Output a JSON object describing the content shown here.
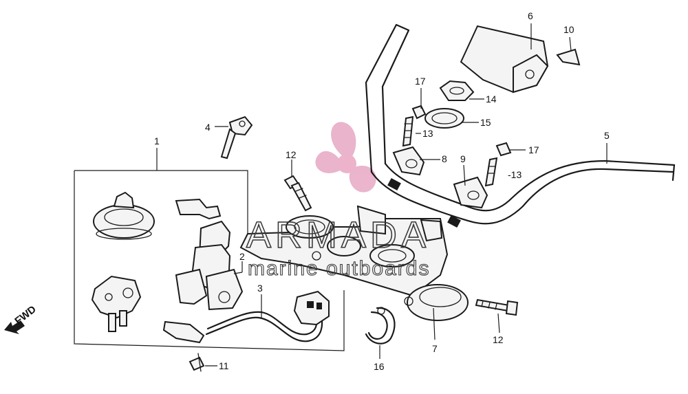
{
  "watermark": {
    "brand": "ARMADA",
    "tagline": "marine outboards",
    "accent_color": "#e6a8c4"
  },
  "direction": {
    "label": "FWD"
  },
  "callouts": [
    {
      "id": "c1",
      "text": "1"
    },
    {
      "id": "c2",
      "text": "2"
    },
    {
      "id": "c3",
      "text": "3"
    },
    {
      "id": "c4",
      "text": "4"
    },
    {
      "id": "c5",
      "text": "5"
    },
    {
      "id": "c6",
      "text": "6"
    },
    {
      "id": "c7",
      "text": "7"
    },
    {
      "id": "c8",
      "text": "8"
    },
    {
      "id": "c9",
      "text": "9"
    },
    {
      "id": "c10",
      "text": "10"
    },
    {
      "id": "c11",
      "text": "11"
    },
    {
      "id": "c12a",
      "text": "12"
    },
    {
      "id": "c12b",
      "text": "12"
    },
    {
      "id": "c13a",
      "text": "13"
    },
    {
      "id": "c13b",
      "text": "-13"
    },
    {
      "id": "c14",
      "text": "14"
    },
    {
      "id": "c15",
      "text": "15"
    },
    {
      "id": "c16",
      "text": "16"
    },
    {
      "id": "c17a",
      "text": "17"
    },
    {
      "id": "c17b",
      "text": "17"
    }
  ]
}
